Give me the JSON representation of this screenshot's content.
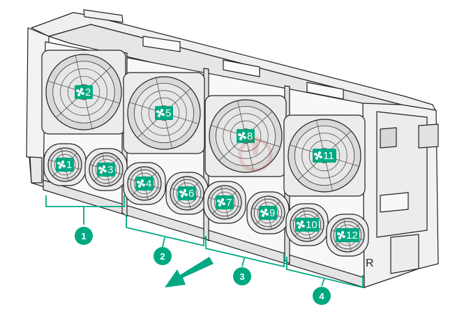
{
  "colors": {
    "accent": "#01a982",
    "label_bg": "#01a982",
    "line": "#222222",
    "metal": "#f4f4f4"
  },
  "fan_icon": "fan-icon",
  "fans": [
    {
      "number": "2"
    },
    {
      "number": "5"
    },
    {
      "number": "8"
    },
    {
      "number": "11"
    },
    {
      "number": "1"
    },
    {
      "number": "3"
    },
    {
      "number": "4"
    },
    {
      "number": "6"
    },
    {
      "number": "7"
    },
    {
      "number": "9"
    },
    {
      "number": "10"
    },
    {
      "number": "12"
    }
  ],
  "bays": [
    {
      "number": "1"
    },
    {
      "number": "2"
    },
    {
      "number": "3"
    },
    {
      "number": "4"
    }
  ],
  "rear_marker": "R",
  "arrow": "airflow-arrow"
}
